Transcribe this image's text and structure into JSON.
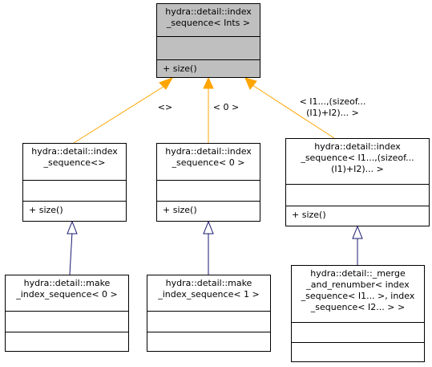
{
  "nodes": {
    "root": {
      "title": [
        "hydra::detail::index",
        "_sequence< Ints >"
      ],
      "members": [
        "+ size()"
      ]
    },
    "empty": {
      "title": [
        "hydra::detail::index",
        "_sequence<>"
      ],
      "members": [
        "+ size()"
      ]
    },
    "zero": {
      "title": [
        "hydra::detail::index",
        "_sequence< 0 >"
      ],
      "members": [
        "+ size()"
      ]
    },
    "pack": {
      "title": [
        "hydra::detail::index",
        "_sequence< I1...,(sizeof...",
        "(I1)+I2)... >"
      ],
      "members": [
        "+ size()"
      ]
    },
    "make0": {
      "title": [
        "hydra::detail::make",
        "_index_sequence< 0 >"
      ],
      "members": []
    },
    "make1": {
      "title": [
        "hydra::detail::make",
        "_index_sequence< 1 >"
      ],
      "members": []
    },
    "merge": {
      "title": [
        "hydra::detail::_merge",
        "_and_renumber< index",
        "_sequence< I1... >, index",
        "_sequence< I2... > >"
      ],
      "members": []
    }
  },
  "edge_labels": {
    "to_empty": [
      "<>"
    ],
    "to_zero": [
      "< 0 >"
    ],
    "to_pack": [
      "< I1...,(sizeof...",
      "(I1)+I2)... >"
    ]
  },
  "colors": {
    "template_edge": "#ffa500",
    "inherit_edge": "#191970",
    "highlight": "#bfbfbf"
  }
}
